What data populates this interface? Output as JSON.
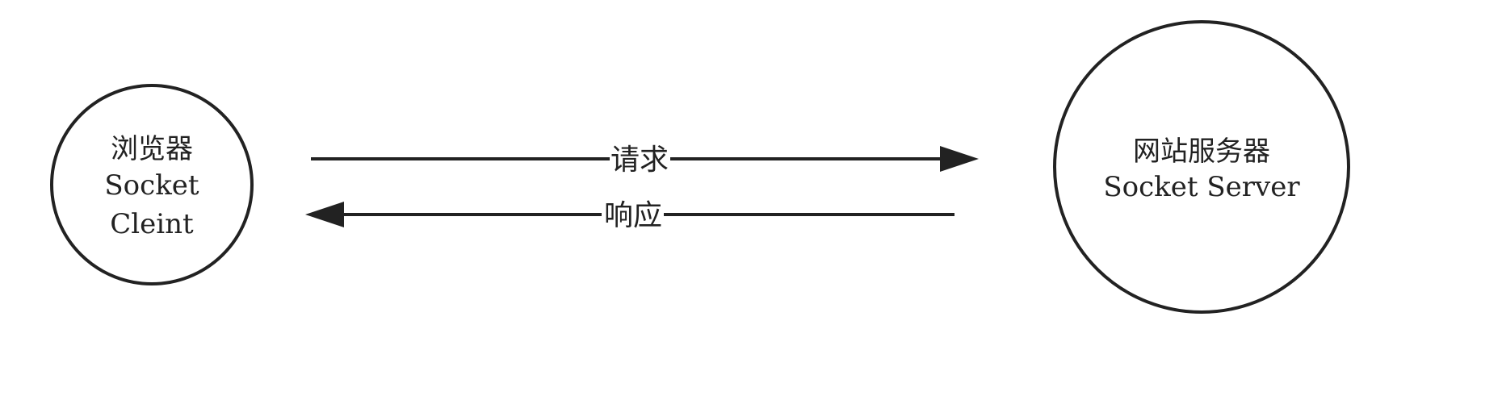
{
  "nodes": {
    "client": {
      "line1": "浏览器",
      "line2": "Socket",
      "line3": "Cleint"
    },
    "server": {
      "line1": "网站服务器",
      "line2": "Socket Server"
    }
  },
  "edges": {
    "request": {
      "label": "请求",
      "direction": "client-to-server"
    },
    "response": {
      "label": "响应",
      "direction": "server-to-client"
    }
  },
  "colors": {
    "stroke": "#222222",
    "text": "#222222",
    "background": "#ffffff"
  }
}
